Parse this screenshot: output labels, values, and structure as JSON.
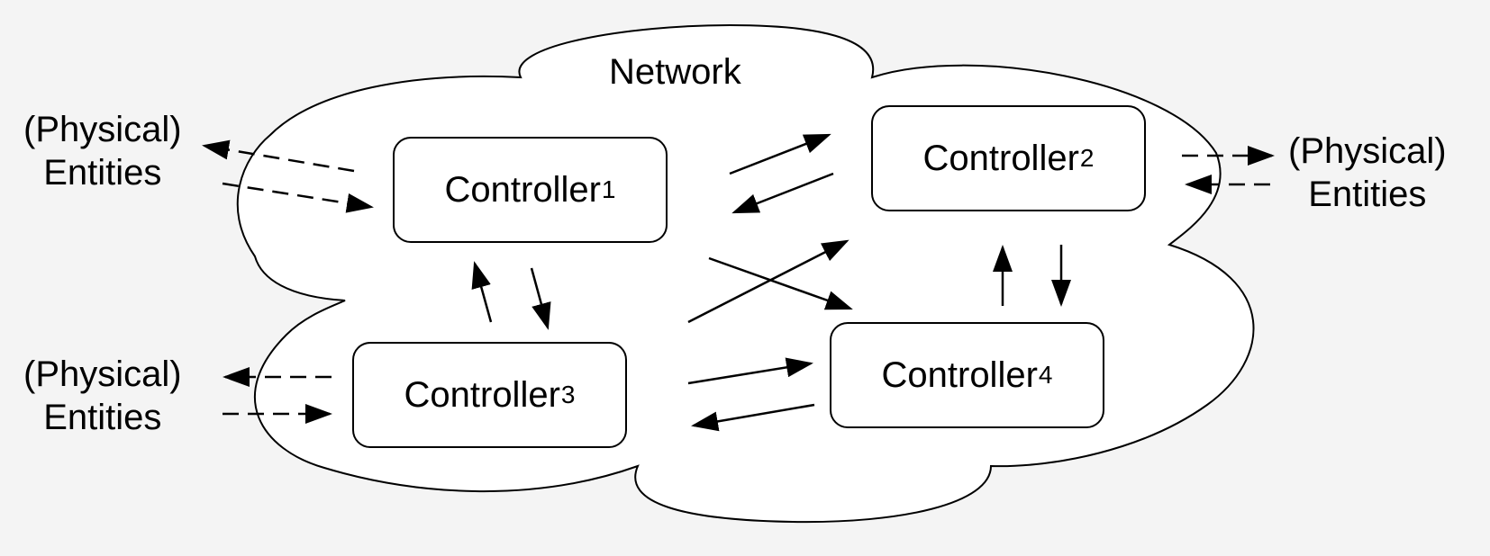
{
  "diagram": {
    "network_label": "Network",
    "controllers": [
      {
        "id": "c1",
        "name": "Controller",
        "index": "1"
      },
      {
        "id": "c2",
        "name": "Controller",
        "index": "2"
      },
      {
        "id": "c3",
        "name": "Controller",
        "index": "3"
      },
      {
        "id": "c4",
        "name": "Controller",
        "index": "4"
      }
    ],
    "entities": [
      {
        "line1": "(Physical)",
        "line2": "Entities"
      },
      {
        "line1": "(Physical)",
        "line2": "Entities"
      },
      {
        "line1": "(Physical)",
        "line2": "Entities"
      }
    ]
  }
}
